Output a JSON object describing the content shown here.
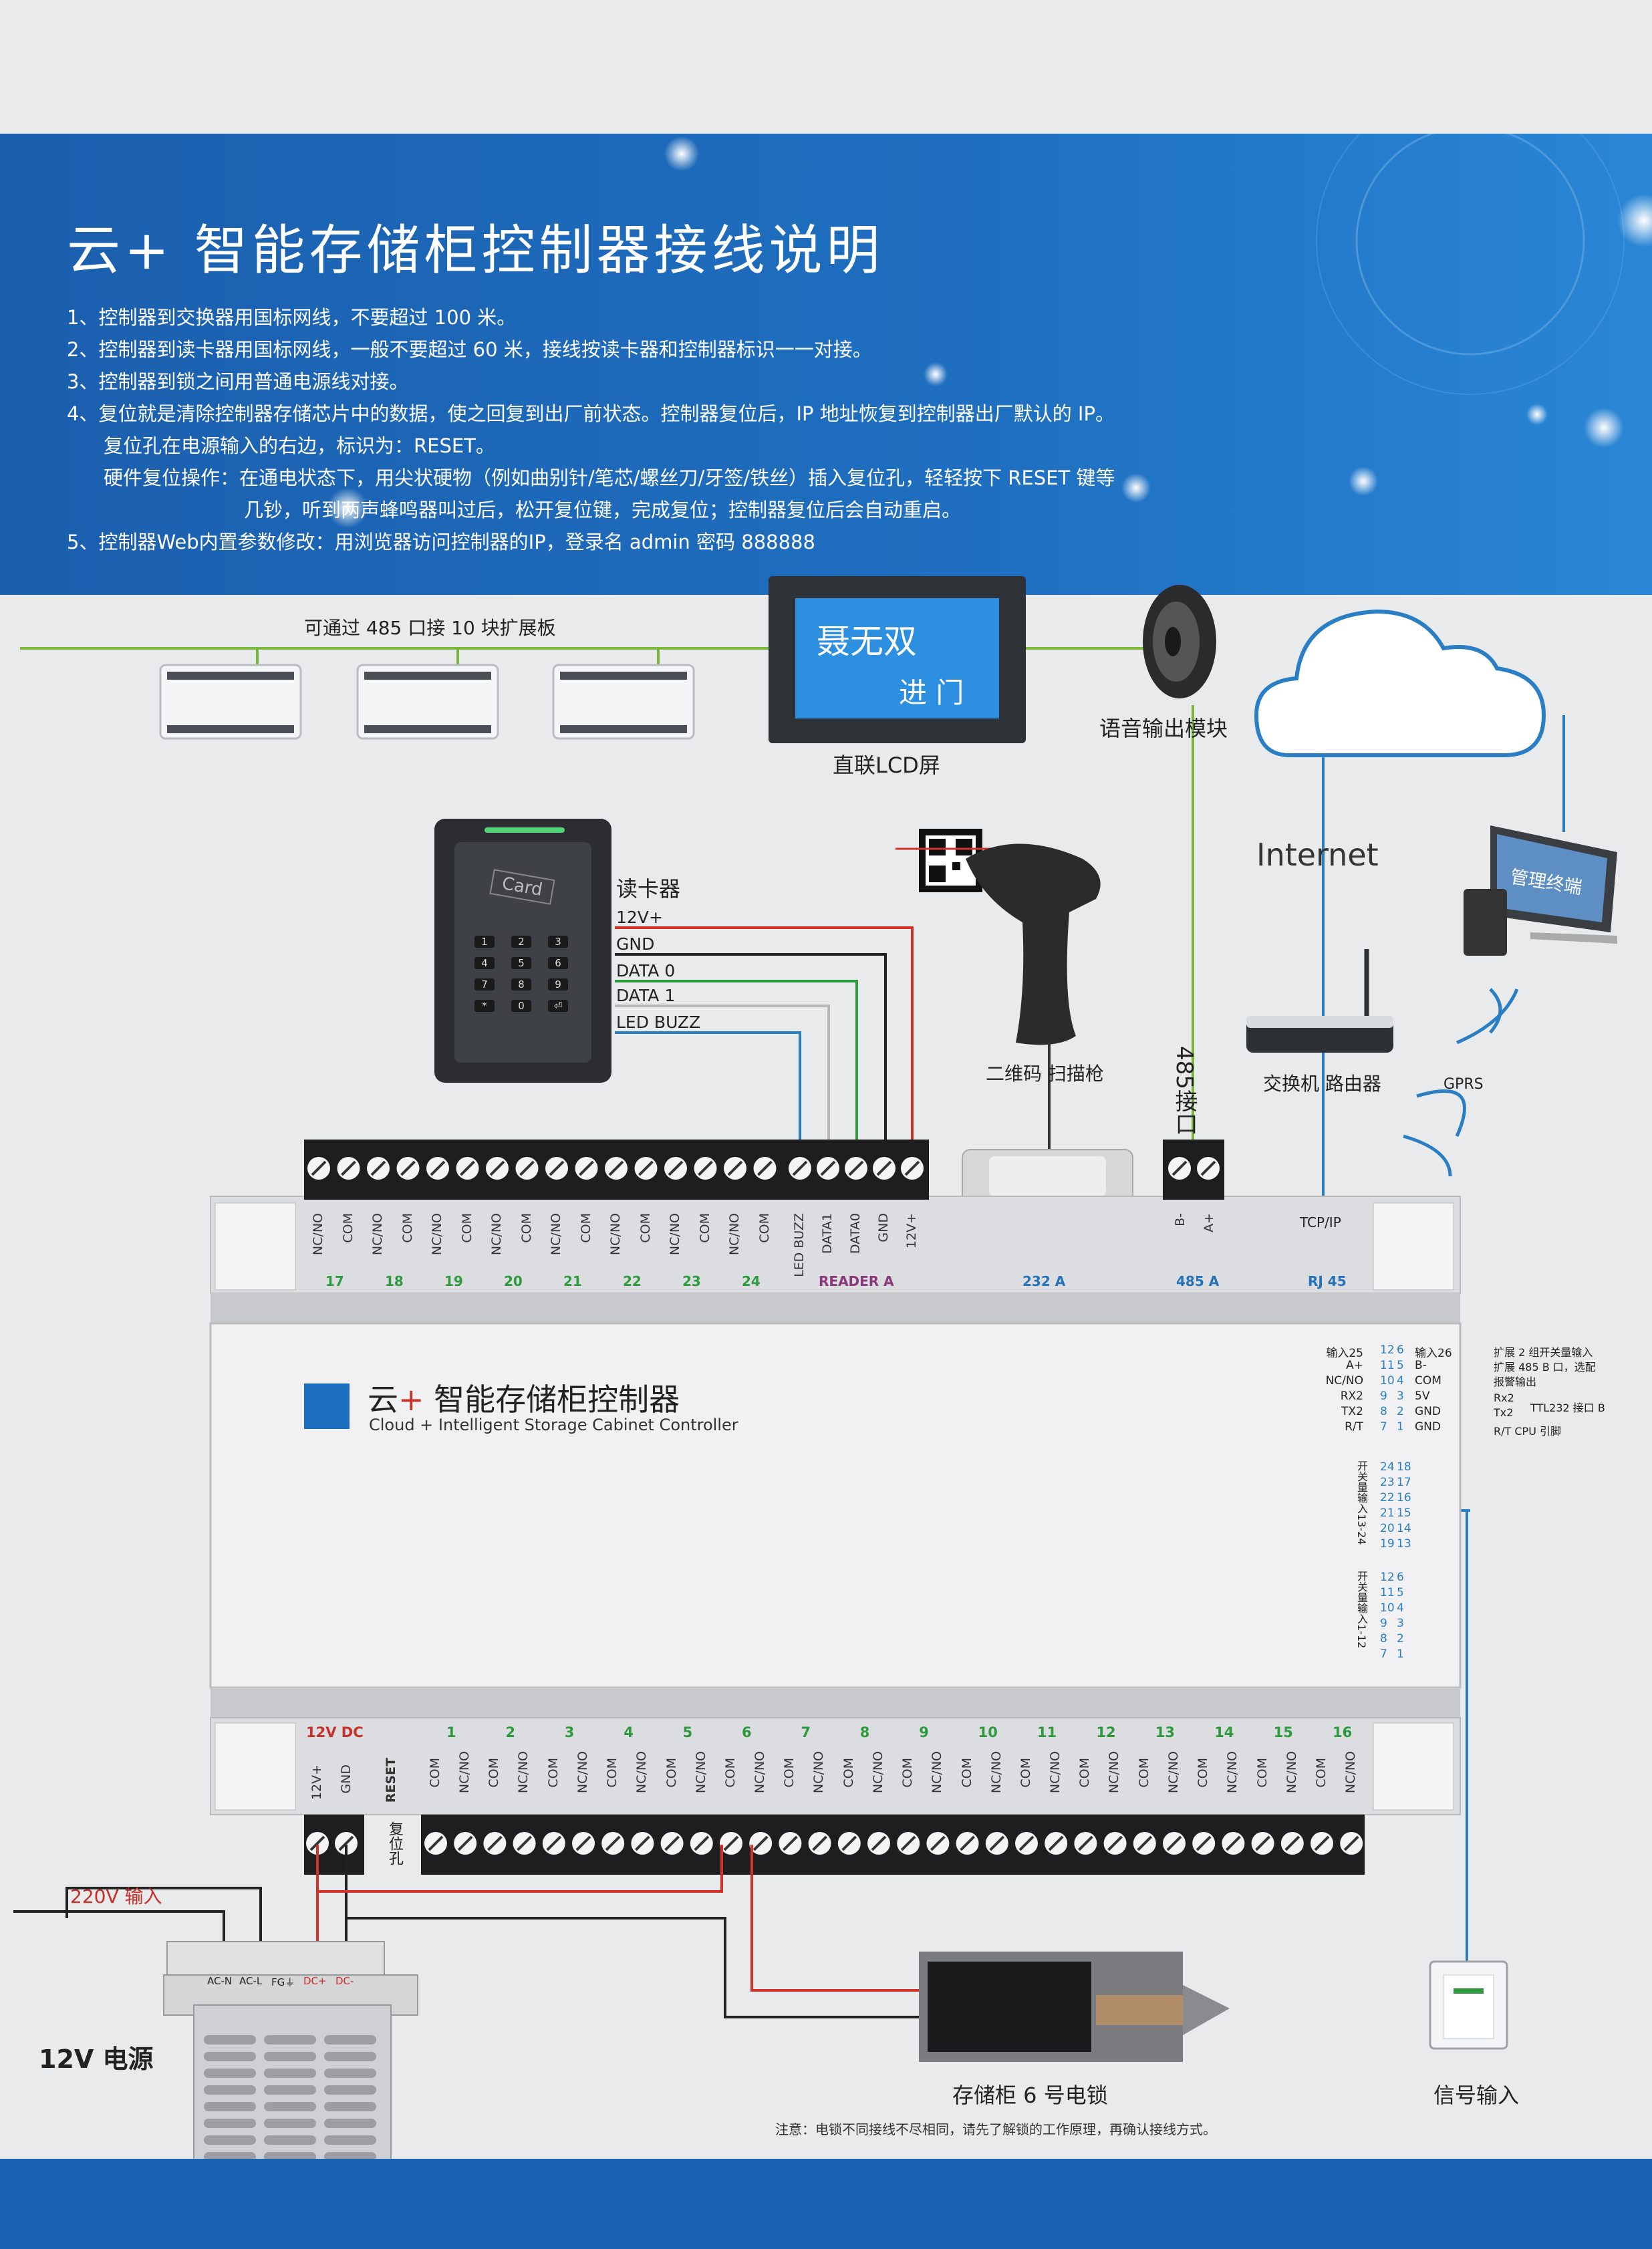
{
  "header": {
    "title_prefix": "云",
    "title_plus": "+",
    "title_rest": " 智能存储柜控制器接线说明",
    "notes": [
      "1、控制器到交换器用国标网线，不要超过 100 米。",
      "2、控制器到读卡器用国标网线，一般不要超过 60 米，接线按读卡器和控制器标识一一对接。",
      "3、控制器到锁之间用普通电源线对接。",
      "4、复位就是清除控制器存储芯片中的数据，使之回复到出厂前状态。控制器复位后，IP 地址恢复到控制器出厂默认的 IP。",
      "复位孔在电源输入的右边，标识为：RESET。",
      "硬件复位操作：在通电状态下，用尖状硬物（例如曲别针/笔芯/螺丝刀/牙签/铁丝）插入复位孔，轻轻按下 RESET 键等",
      "几钞，听到两声蜂鸣器叫过后，松开复位键，完成复位；控制器复位后会自动重启。",
      "5、控制器Web内置参数修改：用浏览器访问控制器的IP，登录名 admin   密码 888888"
    ]
  },
  "devices": {
    "expansion_label": "可通过 485 口接 10 块扩展板",
    "lcd": {
      "line1": "聂无双",
      "line2": "进 门",
      "caption": "直联LCD屏"
    },
    "speaker_caption": "语音输出模块",
    "internet": "Internet",
    "terminal": "管理终端",
    "router": "交换机  路由器",
    "gprs": "GPRS",
    "reader": {
      "caption": "读卡器",
      "card": "Card",
      "keys": [
        "1",
        "2",
        "3",
        "4",
        "5",
        "6",
        "7",
        "8",
        "9",
        "*",
        "0",
        "⏎"
      ],
      "wires": [
        "12V+",
        "GND",
        "DATA 0",
        "DATA 1",
        "LED BUZZ"
      ]
    },
    "scanner": "二维码 扫描枪",
    "port485": "485接口"
  },
  "controller": {
    "name_cn_prefix": "云",
    "name_cn_plus": "+",
    "name_cn_rest": " 智能存储柜控制器",
    "name_en": "Cloud + Intelligent Storage Cabinet Controller",
    "top_pins": [
      "NC/NO",
      "COM",
      "NC/NO",
      "COM",
      "NC/NO",
      "COM",
      "NC/NO",
      "COM",
      "NC/NO",
      "COM",
      "NC/NO",
      "COM",
      "NC/NO",
      "COM",
      "NC/NO",
      "COM"
    ],
    "top_groups": [
      "17",
      "18",
      "19",
      "20",
      "21",
      "22",
      "23",
      "24"
    ],
    "reader_pins": [
      "LED BUZZ",
      "DATA1",
      "DATA0",
      "GND",
      "12V+"
    ],
    "reader_label": "READER  A",
    "rs232_label": "232  A",
    "rs485_pins": [
      "B-",
      "A+"
    ],
    "rs485_label": "485  A",
    "tcp_label": "TCP/IP",
    "rj45_label": "RJ 45",
    "dc_label": "12V DC",
    "power_pins": [
      "12V+",
      "GND"
    ],
    "reset_label": "RESET",
    "reset_hole": "复位孔",
    "bottom_pins": [
      "COM",
      "NC/NO"
    ],
    "bottom_groups": [
      "1",
      "2",
      "3",
      "4",
      "5",
      "6",
      "7",
      "8",
      "9",
      "10",
      "11",
      "12",
      "13",
      "14",
      "15",
      "16"
    ],
    "side_table": {
      "left": [
        "输入25",
        "A+",
        "NC/NO",
        "RX2",
        "TX2",
        "R/T"
      ],
      "mid_a": [
        "12",
        "11",
        "10",
        "9",
        "8",
        "7"
      ],
      "mid_b": [
        "6",
        "5",
        "4",
        "3",
        "2",
        "1"
      ],
      "right": [
        "输入26",
        "B-",
        "COM",
        "5V",
        "GND",
        "GND"
      ],
      "notes": [
        "扩展 2 组开关量输入",
        "扩展 485 B 口，选配",
        "报警输出",
        "Rx2",
        "Tx2",
        "R/T  CPU 引脚",
        "TTL232 接口 B"
      ],
      "inputs_13_24_label": "开关量输入13-24",
      "inputs_13_24_a": [
        "24",
        "23",
        "22",
        "21",
        "20",
        "19"
      ],
      "inputs_13_24_b": [
        "18",
        "17",
        "16",
        "15",
        "14",
        "13"
      ],
      "inputs_1_12_label": "开关量输入1-12",
      "inputs_1_12_a": [
        "12",
        "11",
        "10",
        "9",
        "8",
        "7"
      ],
      "inputs_1_12_b": [
        "6",
        "5",
        "4",
        "3",
        "2",
        "1"
      ]
    }
  },
  "power": {
    "input_label": "220V  输入",
    "psu_label": "12V 电源",
    "terminals": [
      "AC-N",
      "AC-L",
      "FG⏚",
      "DC+",
      "DC-"
    ]
  },
  "lock": {
    "caption": "存储柜 6 号电锁",
    "note": "注意：电锁不同接线不尽相同，请先了解锁的工作原理，再确认接线方式。"
  },
  "signal": "信号输入"
}
